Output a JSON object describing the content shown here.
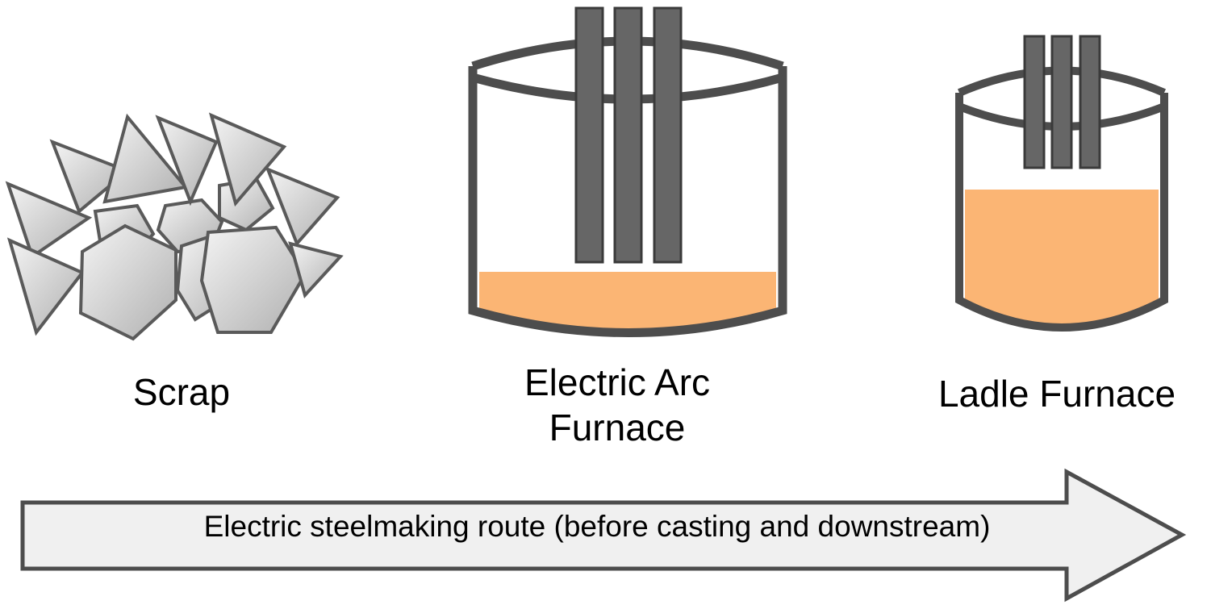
{
  "labels": {
    "scrap": "Scrap",
    "eaf_line1": "Electric Arc",
    "eaf_line2": "Furnace",
    "ladle": "Ladle Furnace",
    "route": "Electric steelmaking route (before casting and downstream)"
  },
  "colors": {
    "outline": "#4d4d4d",
    "electrode": "#666666",
    "molten_steel": "#fbb574",
    "scrap_fill_light": "#f2f2f2",
    "scrap_fill_dark": "#b3b3b3",
    "arrow_fill": "#f0f0f0"
  },
  "icons": {
    "scrap": "scrap-pile-icon",
    "eaf": "electric-arc-furnace-icon",
    "ladle": "ladle-furnace-icon",
    "route": "process-arrow"
  }
}
